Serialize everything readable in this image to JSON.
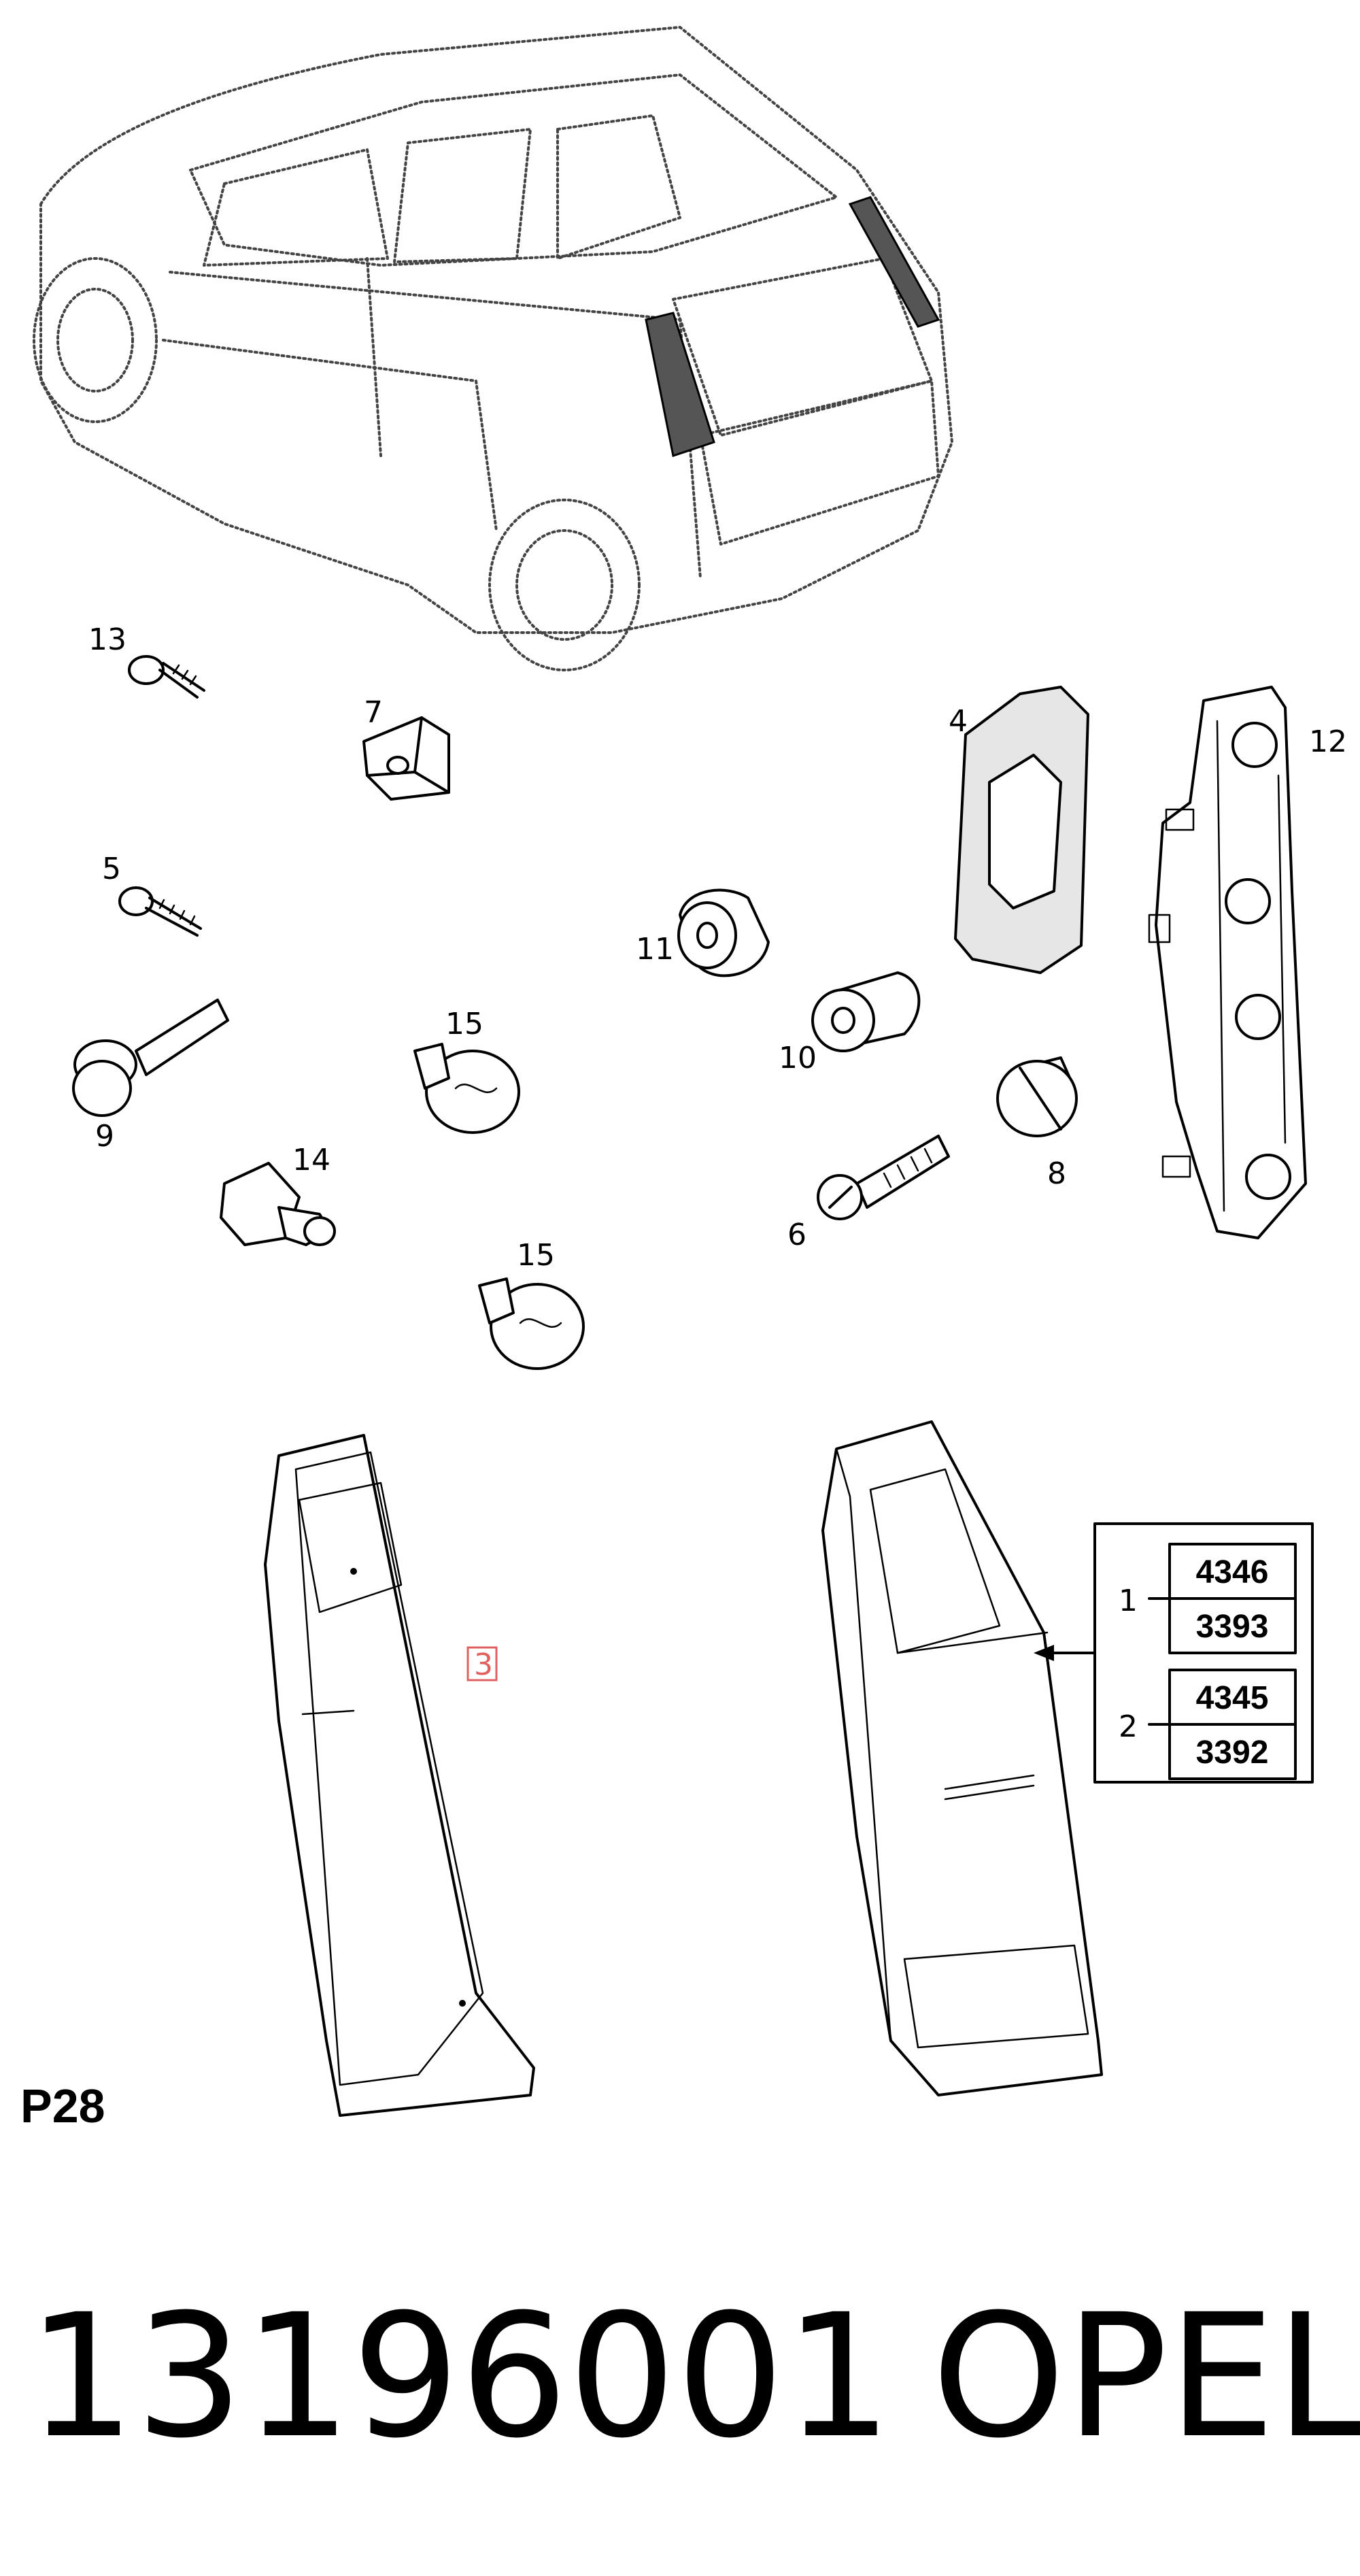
{
  "callouts": {
    "n13": "13",
    "n7": "7",
    "n4": "4",
    "n12": "12",
    "n5": "5",
    "n11": "11",
    "n15a": "15",
    "n10": "10",
    "n9": "9",
    "n14": "14",
    "n8": "8",
    "n6": "6",
    "n15b": "15",
    "n3": "3"
  },
  "variants": {
    "row1": {
      "label": "1",
      "top": "4346",
      "bottom": "3393"
    },
    "row2": {
      "label": "2",
      "top": "4345",
      "bottom": "3392"
    }
  },
  "page_code": "P28",
  "footer": {
    "part_number": "13196001",
    "brand": "OPEL"
  },
  "colors": {
    "callout_box": "#e06060"
  }
}
